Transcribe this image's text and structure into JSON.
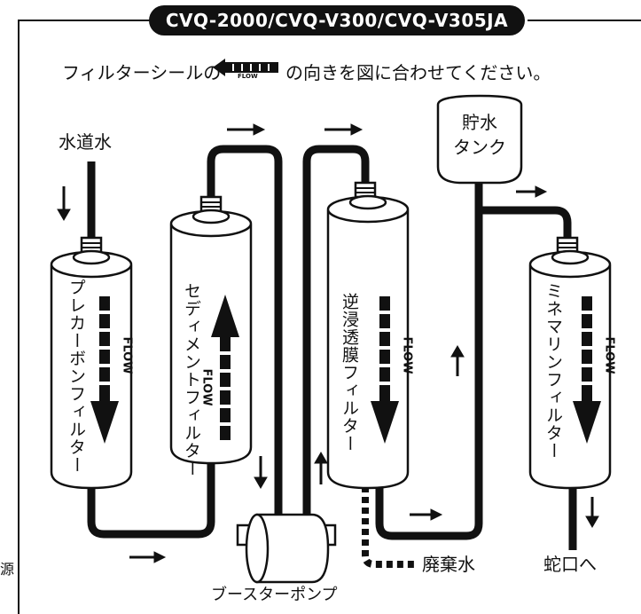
{
  "title": "CVQ-2000/CVQ-V300/CVQ-V305JA",
  "instruction": {
    "before": "フィルターシールの",
    "sticker_word": "FLOW",
    "after": "の向きを図に合わせてください。"
  },
  "labels": {
    "water_inlet": "水道水",
    "tank_line1": "貯水",
    "tank_line2": "タンク",
    "waste_water": "廃棄水",
    "outlet": "蛇口へ",
    "pump": "ブースターポンプ",
    "side_mark": "源"
  },
  "filters": [
    {
      "id": "precarbon",
      "label": "プレカーボンフィルター",
      "flow_word": "FLOW",
      "flow_direction": "down"
    },
    {
      "id": "sediment",
      "label": "セディメントフィルター",
      "flow_word": "FLOW",
      "flow_direction": "up"
    },
    {
      "id": "ro_membrane",
      "label": "逆浸透膜フィルター",
      "flow_word": "FLOW",
      "flow_direction": "down"
    },
    {
      "id": "mineral",
      "label": "ミネマリンフィルター",
      "flow_word": "FLOW",
      "flow_direction": "down"
    }
  ],
  "colors": {
    "ink": "#111111",
    "filter_fill": "#ffffff",
    "background": "#ffffff"
  }
}
